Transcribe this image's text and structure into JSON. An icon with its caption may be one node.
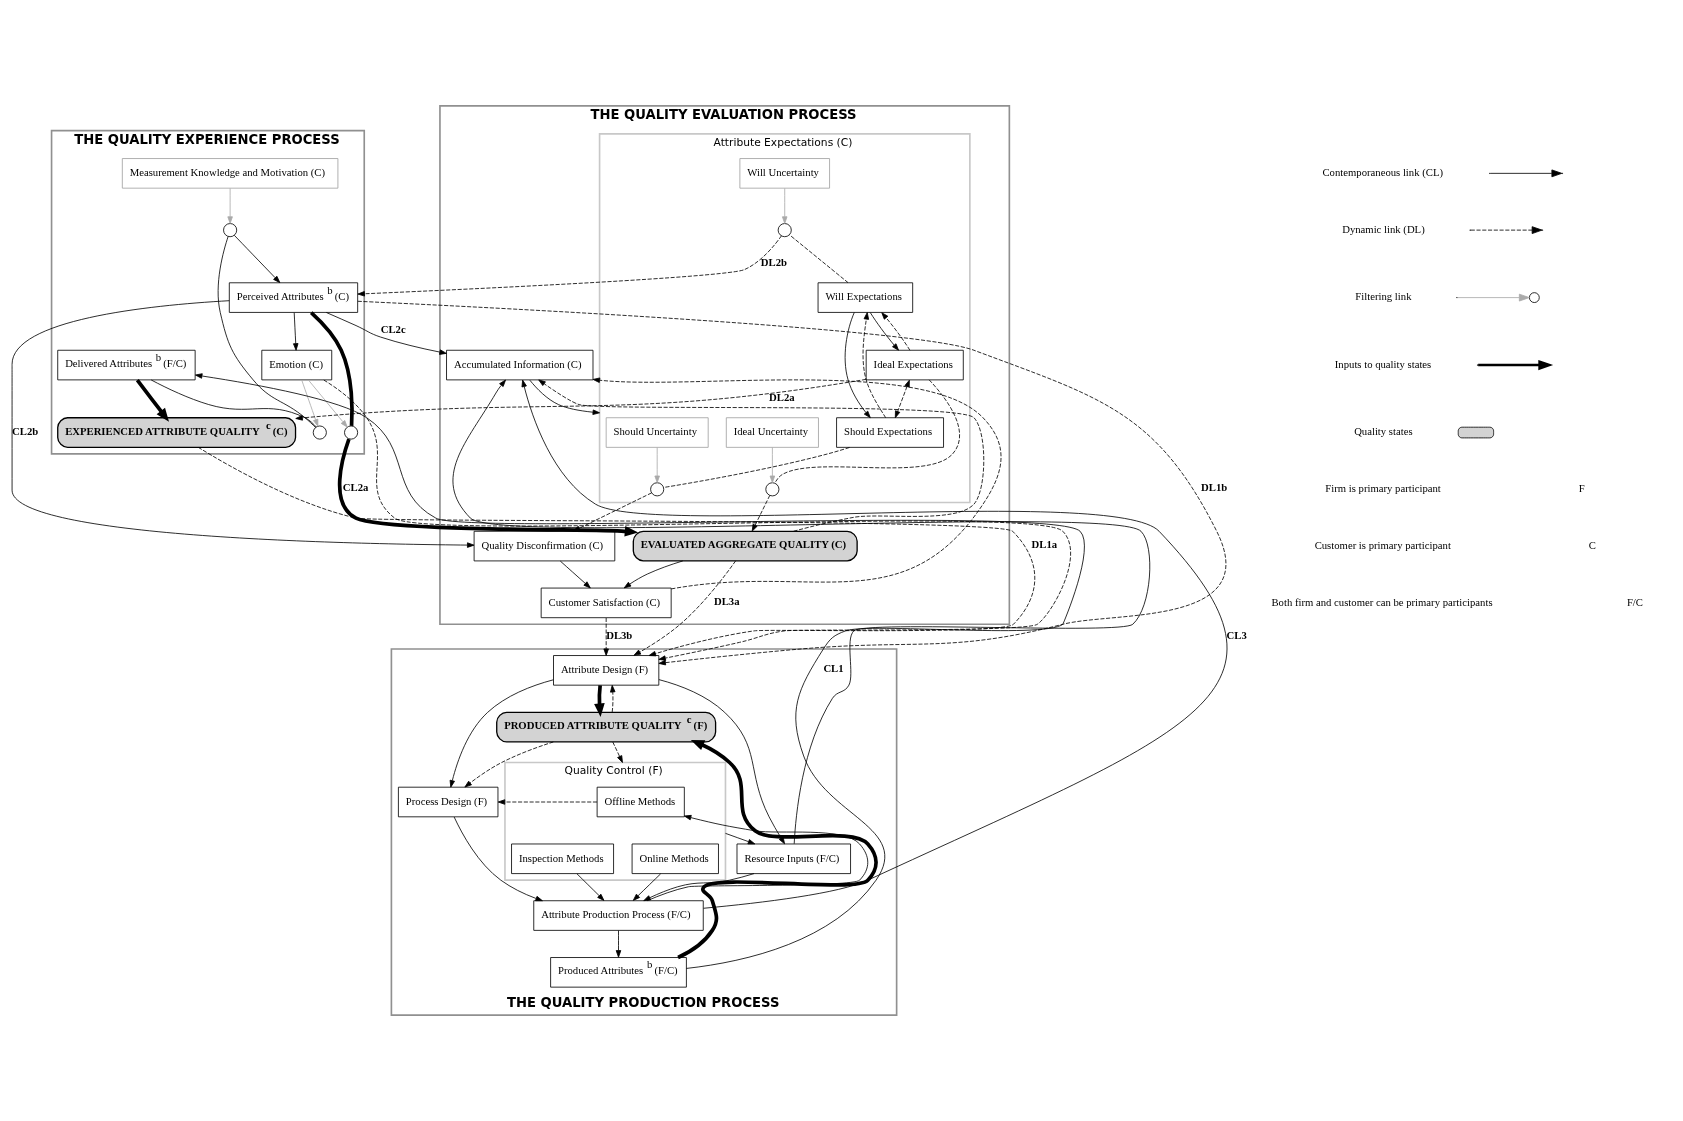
{
  "diagram": {
    "nodes": [
      {
        "text": [
          "THE QUALITY EXPERIENCE PROCESS"
        ]
      },
      {
        "text": [
          "Measurement Knowledge and Motivation (C)"
        ],
        "in": 0
      },
      {
        "text": [
          "Perceived Attributes$^{b}$ (C)"
        ],
        "in": 0
      },
      {
        "text": [
          "EXPERIENCED ATTRIBUTE QUALITY$^{c}$ (C)"
        ],
        "in": 0
      },
      {
        "text": [
          "Emotion (C)"
        ],
        "in": 0
      },
      {
        "text": [
          "Delivered Attributes$^{b}$ (F/C)"
        ],
        "in": 0
      },
      {
        "text": [],
        "shape": "circle",
        "in": 0
      },
      {
        "text": [],
        "shape": "circle",
        "in": 0
      },
      {
        "text": [],
        "shape": "circle",
        "in": 0
      },
      {
        "text": [
          "THE QUALITY EVALUATION PROCESS"
        ]
      },
      {
        "text": [
          "Accumulated Information (C)"
        ],
        "in": 9
      },
      {
        "text": [
          "Attribute Expectations (C)"
        ],
        "in": 9
      },
      {
        "text": [
          "Will Expectations"
        ],
        "in": 11
      },
      {
        "text": [
          "Should Expectations"
        ],
        "in": 11
      },
      {
        "text": [
          "Ideal Expectations"
        ],
        "in": 11
      },
      {
        "text": [
          "Will Uncertainty"
        ],
        "in": 11
      },
      {
        "text": [
          "Should Uncertainty"
        ],
        "in": 11
      },
      {
        "text": [
          "Ideal Uncertainty"
        ],
        "in": 11
      },
      {
        "text": [],
        "shape": "circle",
        "in": 11
      },
      {
        "text": [],
        "shape": "circle",
        "in": 11
      },
      {
        "text": [],
        "shape": "circle",
        "in": 11
      },
      {
        "text": [
          "Quality Disconfirmation (C)"
        ],
        "in": 9
      },
      {
        "text": [
          "EVALUATED AGGREGATE QUALITY (C)"
        ],
        "in": 9
      },
      {
        "text": [
          "Customer Satisfaction (C)"
        ],
        "in": 9
      },
      {
        "text": [
          "THE QUALITY PRODUCTION PROCESS"
        ]
      },
      {
        "text": [
          "Attribute Design (F)"
        ],
        "in": 24
      },
      {
        "text": [
          "PRODUCED ATTRIBUTE QUALITY$^{c}$ (F)"
        ],
        "in": 24
      },
      {
        "text": [
          "Process Design (F)"
        ],
        "in": 24
      },
      {
        "text": [
          "Quality Control (F)"
        ],
        "in": 24
      },
      {
        "text": [
          "Inspection Methods"
        ],
        "in": 28
      },
      {
        "text": [
          "Online Methods"
        ],
        "in": 28
      },
      {
        "text": [
          "Offline Methods"
        ],
        "in": 28
      },
      {
        "text": [
          "Resource Inputs (F/C)"
        ],
        "in": 24
      },
      {
        "text": [
          "Produced Attributes$^{b}$ (F/C)"
        ],
        "in": 24
      },
      {
        "text": [
          "Attribute Production Process (F/C)"
        ],
        "in": 24
      }
    ],
    "edges": [
      {
        "from": 1,
        "to": 6,
        "arrow": "to",
        "color": "#aaaaaa"
      },
      {
        "from": 5,
        "to": 7,
        "arrow": "none"
      },
      {
        "from": 7,
        "to": 6,
        "arrow": "none"
      },
      {
        "from": 6,
        "to": 2,
        "arrow": "to"
      },
      {
        "from": 4,
        "to": 7,
        "arrow": "to",
        "color": "#aaaaaa"
      },
      {
        "from": 5,
        "to": 3,
        "arrow": "to",
        "style": "thick"
      },
      {
        "from": 2,
        "to": 10,
        "arrow": "to",
        "label": "CL2c"
      },
      {
        "from": 12,
        "to": 18,
        "arrow": "none",
        "style": "dashed"
      },
      {
        "from": 18,
        "to": 2,
        "arrow": "to",
        "style": "dashed",
        "label": "DL2b"
      },
      {
        "from": 15,
        "to": 18,
        "arrow": "to",
        "color": "#aaaaaa"
      },
      {
        "from": 2,
        "to": 4,
        "arrow": "to"
      },
      {
        "from": 2,
        "to": 8,
        "arrow": "none",
        "style": "thick"
      },
      {
        "from": 8,
        "to": 22,
        "arrow": "to",
        "style": "thick",
        "label": "CL2a"
      },
      {
        "from": 4,
        "to": 8,
        "arrow": "to",
        "color": "#aaaaaa"
      },
      {
        "from": 2,
        "to": 21,
        "arrow": "to",
        "label": "CL2b"
      },
      {
        "from": 2,
        "to": 25,
        "arrow": "to",
        "style": "dashed",
        "label": "DL1b"
      },
      {
        "from": 4,
        "to": 25,
        "arrow": "to",
        "style": "dashed"
      },
      {
        "from": 3,
        "to": 25,
        "arrow": "to",
        "style": "dashed",
        "label": "DL1a"
      },
      {
        "from": 14,
        "to": 3,
        "arrow": "to",
        "style": "dashed",
        "label": "DL2a"
      },
      {
        "from": 14,
        "to": 20,
        "arrow": "none",
        "style": "dashed"
      },
      {
        "from": 20,
        "to": 22,
        "arrow": "to",
        "style": "dashed"
      },
      {
        "from": 17,
        "to": 20,
        "arrow": "to",
        "color": "#aaaaaa"
      },
      {
        "from": 12,
        "to": 13,
        "arrow": "to"
      },
      {
        "from": 13,
        "to": 12,
        "arrow": "to",
        "style": "dashed"
      },
      {
        "from": 14,
        "to": 13,
        "arrow": "both",
        "style": "dashed"
      },
      {
        "from": 12,
        "to": 14,
        "arrow": "to"
      },
      {
        "from": 14,
        "to": 12,
        "arrow": "to",
        "style": "dashed"
      },
      {
        "from": 13,
        "to": 19,
        "arrow": "none",
        "style": "dashed"
      },
      {
        "from": 19,
        "to": 21,
        "arrow": "to",
        "style": "dashed"
      },
      {
        "from": 16,
        "to": 19,
        "arrow": "to",
        "color": "#aaaaaa"
      },
      {
        "from": 10,
        "to": 11,
        "arrow": "to"
      },
      {
        "from": 21,
        "to": 23,
        "arrow": "to"
      },
      {
        "from": 22,
        "to": 23,
        "arrow": "to"
      },
      {
        "from": 22,
        "to": 10,
        "arrow": "to",
        "style": "dashed"
      },
      {
        "from": 23,
        "to": 10,
        "arrow": "to",
        "style": "dashed"
      },
      {
        "from": 34,
        "to": 10,
        "arrow": "to",
        "label": "CL3"
      },
      {
        "from": 32,
        "to": 10,
        "arrow": "to"
      },
      {
        "from": 23,
        "to": 25,
        "arrow": "to",
        "style": "dashed",
        "label": "DL3b"
      },
      {
        "from": 22,
        "to": 25,
        "arrow": "to",
        "style": "dashed",
        "label": "DL3a"
      },
      {
        "from": 25,
        "to": 26,
        "arrow": "to",
        "style": "thick"
      },
      {
        "from": 26,
        "to": 25,
        "arrow": "to",
        "style": "dashed"
      },
      {
        "from": 26,
        "to": 27,
        "arrow": "to",
        "style": "dashed"
      },
      {
        "from": 26,
        "to": 28,
        "arrow": "to",
        "style": "dashed"
      },
      {
        "from": 25,
        "to": 27,
        "arrow": "to"
      },
      {
        "from": 25,
        "to": 32,
        "arrow": "to"
      },
      {
        "from": 27,
        "to": 34,
        "arrow": "to"
      },
      {
        "from": 28,
        "to": 32,
        "arrow": "to"
      },
      {
        "from": 31,
        "to": 27,
        "arrow": "to",
        "style": "dashed"
      },
      {
        "from": 29,
        "to": 34,
        "arrow": "to"
      },
      {
        "from": 30,
        "to": 34,
        "arrow": "to"
      },
      {
        "from": 34,
        "to": 31,
        "arrow": "to"
      },
      {
        "from": 32,
        "to": 34,
        "arrow": "to"
      },
      {
        "from": 34,
        "to": 33,
        "arrow": "to"
      },
      {
        "from": 33,
        "to": 26,
        "arrow": "to",
        "style": "thick"
      },
      {
        "from": 33,
        "to": 5,
        "arrow": "to",
        "label": "CL1"
      }
    ],
    "labels": [
      "Firm is primary participant",
      "F",
      "Customer is primary participant",
      "C",
      "Both firm and customer can be primary participants",
      "F/C"
    ],
    "legend": [
      {
        "text": "Contemporaneous link (CL)"
      },
      {
        "text": "Dynamic link (DL)"
      },
      {
        "text": "Filtering link"
      },
      {
        "text": "Inputs to quality states"
      },
      {
        "text": "Quality states"
      }
    ]
  }
}
